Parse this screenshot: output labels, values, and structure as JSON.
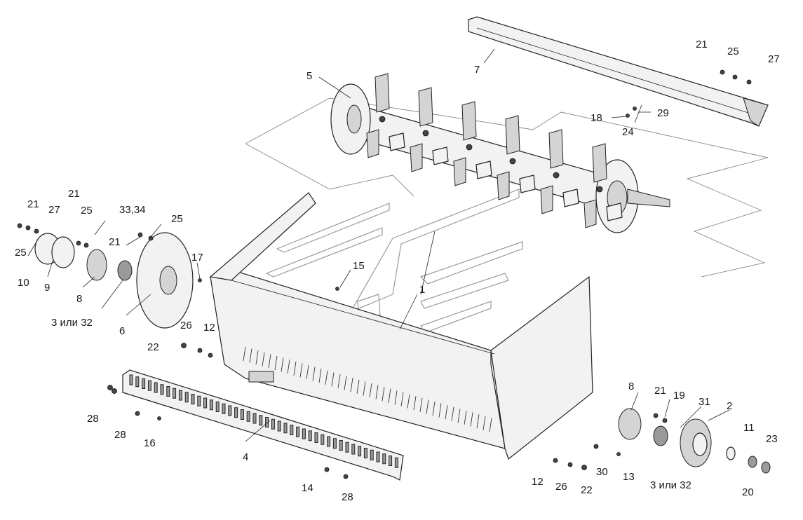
{
  "diagram": {
    "type": "exploded-assembly-drawing",
    "callouts": [
      {
        "id": "c1",
        "label": "1"
      },
      {
        "id": "c2",
        "label": "2"
      },
      {
        "id": "c3a",
        "label": "3 или 32"
      },
      {
        "id": "c3b",
        "label": "3 или 32"
      },
      {
        "id": "c4",
        "label": "4"
      },
      {
        "id": "c5",
        "label": "5"
      },
      {
        "id": "c6",
        "label": "6"
      },
      {
        "id": "c7",
        "label": "7"
      },
      {
        "id": "c8a",
        "label": "8"
      },
      {
        "id": "c8b",
        "label": "8"
      },
      {
        "id": "c9",
        "label": "9"
      },
      {
        "id": "c10",
        "label": "10"
      },
      {
        "id": "c11",
        "label": "11"
      },
      {
        "id": "c12a",
        "label": "12"
      },
      {
        "id": "c12b",
        "label": "12"
      },
      {
        "id": "c13",
        "label": "13"
      },
      {
        "id": "c14",
        "label": "14"
      },
      {
        "id": "c15",
        "label": "15"
      },
      {
        "id": "c16",
        "label": "16"
      },
      {
        "id": "c17",
        "label": "17"
      },
      {
        "id": "c18",
        "label": "18"
      },
      {
        "id": "c19",
        "label": "19"
      },
      {
        "id": "c20",
        "label": "20"
      },
      {
        "id": "c21a",
        "label": "21"
      },
      {
        "id": "c21b",
        "label": "21"
      },
      {
        "id": "c21c",
        "label": "21"
      },
      {
        "id": "c21d",
        "label": "21"
      },
      {
        "id": "c21e",
        "label": "21"
      },
      {
        "id": "c22a",
        "label": "22"
      },
      {
        "id": "c22b",
        "label": "22"
      },
      {
        "id": "c23",
        "label": "23"
      },
      {
        "id": "c24",
        "label": "24"
      },
      {
        "id": "c25a",
        "label": "25"
      },
      {
        "id": "c25b",
        "label": "25"
      },
      {
        "id": "c25c",
        "label": "25"
      },
      {
        "id": "c25d",
        "label": "25"
      },
      {
        "id": "c26a",
        "label": "26"
      },
      {
        "id": "c26b",
        "label": "26"
      },
      {
        "id": "c27a",
        "label": "27"
      },
      {
        "id": "c27b",
        "label": "27"
      },
      {
        "id": "c28a",
        "label": "28"
      },
      {
        "id": "c28b",
        "label": "28"
      },
      {
        "id": "c28c",
        "label": "28"
      },
      {
        "id": "c29",
        "label": "29"
      },
      {
        "id": "c30",
        "label": "30"
      },
      {
        "id": "c31",
        "label": "31"
      },
      {
        "id": "c33",
        "label": "33,34"
      }
    ]
  }
}
